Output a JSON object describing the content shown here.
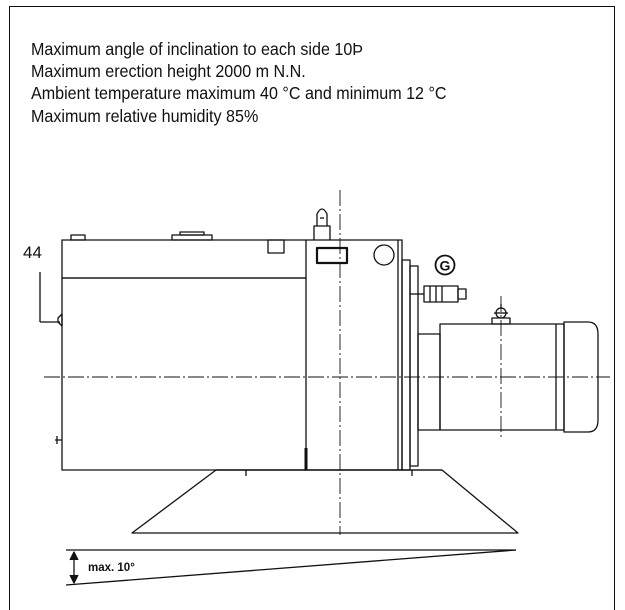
{
  "specs": {
    "line1": "Maximum angle of inclination to each side 10Þ",
    "line2": "Maximum erection height 2000 m N.N.",
    "line3": "Ambient temperature maximum 40 °C and minimum 12 °C",
    "line4": "Maximum relative humidity 85%"
  },
  "drawing": {
    "dimension_label": "44",
    "connection_label": "G",
    "angle_label": "max. 10°"
  }
}
